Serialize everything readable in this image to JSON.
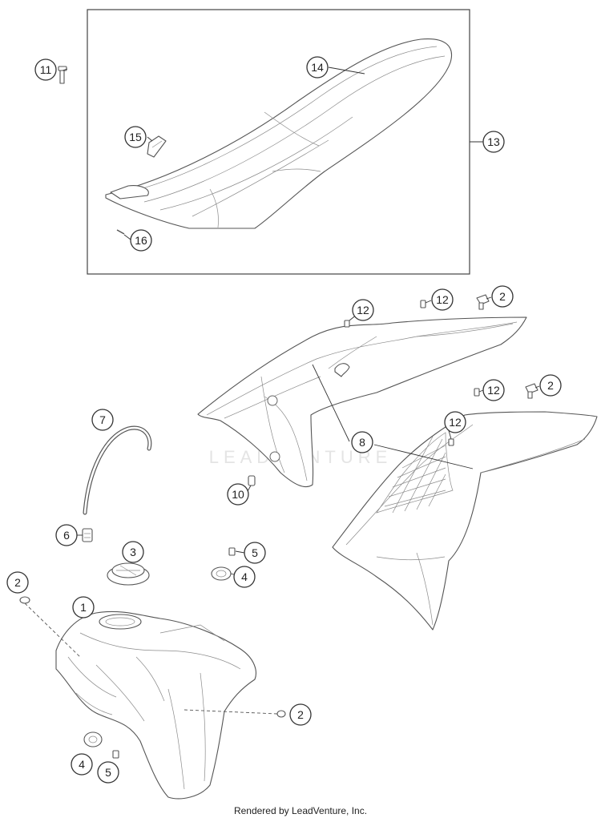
{
  "callouts": [
    {
      "id": "c11",
      "label": "11"
    },
    {
      "id": "c14",
      "label": "14"
    },
    {
      "id": "c15",
      "label": "15"
    },
    {
      "id": "c13",
      "label": "13"
    },
    {
      "id": "c16",
      "label": "16"
    },
    {
      "id": "c12a",
      "label": "12"
    },
    {
      "id": "c12b",
      "label": "12"
    },
    {
      "id": "c2a",
      "label": "2"
    },
    {
      "id": "c12c",
      "label": "12"
    },
    {
      "id": "c2b",
      "label": "2"
    },
    {
      "id": "c7",
      "label": "7"
    },
    {
      "id": "c12d",
      "label": "12"
    },
    {
      "id": "c8",
      "label": "8"
    },
    {
      "id": "c10",
      "label": "10"
    },
    {
      "id": "c6",
      "label": "6"
    },
    {
      "id": "c3",
      "label": "3"
    },
    {
      "id": "c5a",
      "label": "5"
    },
    {
      "id": "c4a",
      "label": "4"
    },
    {
      "id": "c2c",
      "label": "2"
    },
    {
      "id": "c1",
      "label": "1"
    },
    {
      "id": "c2d",
      "label": "2"
    },
    {
      "id": "c4b",
      "label": "4"
    },
    {
      "id": "c5b",
      "label": "5"
    }
  ],
  "watermark": "LEADVENTURE",
  "footer": "Rendered by LeadVenture, Inc."
}
